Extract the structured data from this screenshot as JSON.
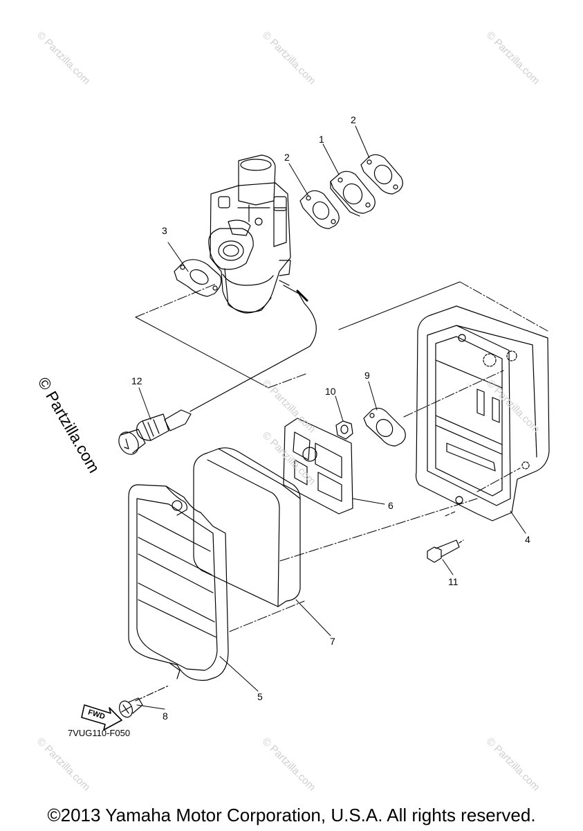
{
  "callouts": {
    "c1": "1",
    "c2a": "2",
    "c2b": "2",
    "c3": "3",
    "c4": "4",
    "c5": "5",
    "c6": "6",
    "c7": "7",
    "c8": "8",
    "c9": "9",
    "c10": "10",
    "c11": "11",
    "c12": "12"
  },
  "fwd_label": "FWD",
  "diagram_code": "7VUG110-F050",
  "copyright": "©2013 Yamaha Motor Corporation, U.S.A. All rights reserved.",
  "watermark_small": "© Partzilla.com",
  "watermark_large": "© Partzilla.com"
}
